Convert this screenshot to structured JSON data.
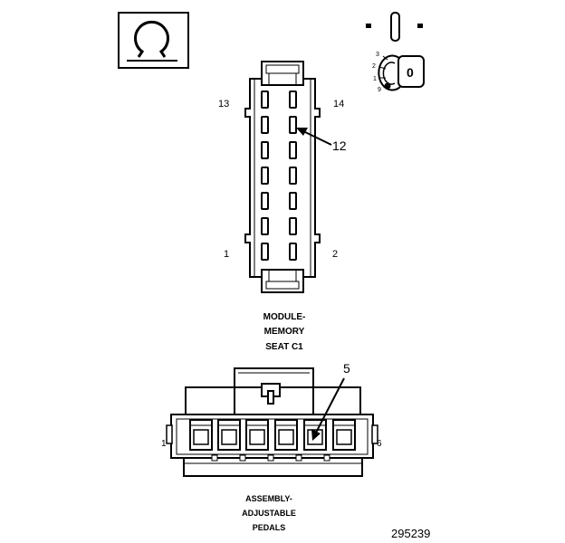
{
  "icons": {
    "ohm_symbol": "ohm-meter-icon",
    "connector_orientation": "connector-orientation-icon",
    "key": "key-icon"
  },
  "key_legend": {
    "positions": [
      "3",
      "2",
      "1",
      "9"
    ],
    "key_glyph": "0"
  },
  "connector_c1": {
    "pin_label_top_left": "13",
    "pin_label_top_right": "14",
    "pin_label_bottom_left": "1",
    "pin_label_bottom_right": "2",
    "callout_pin": "12",
    "name_lines": [
      "MODULE-",
      "MEMORY",
      "SEAT C1"
    ]
  },
  "connector_pedals": {
    "pin_label_left": "1",
    "pin_label_right": "6",
    "callout_pin": "5",
    "name_lines": [
      "ASSEMBLY-",
      "ADJUSTABLE",
      "PEDALS"
    ]
  },
  "figure_id": "295239",
  "colors": {
    "line": "#000000",
    "background": "#ffffff"
  }
}
